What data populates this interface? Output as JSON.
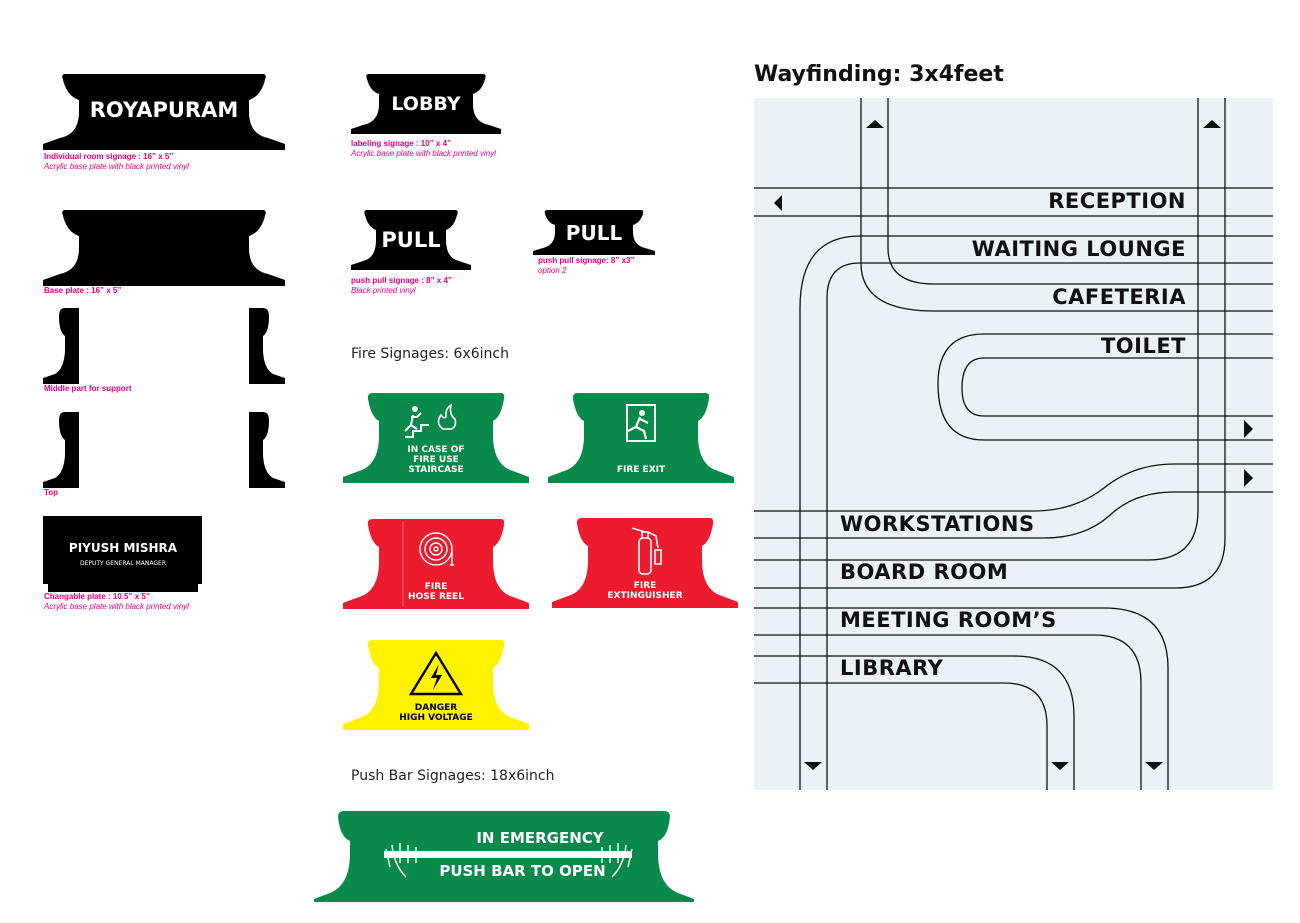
{
  "room_sign": {
    "label": "ROYAPURAM",
    "caption_title": "Individual room signage : 16” x 5”",
    "caption_note": "Acrylic base plate with black printed vinyl"
  },
  "lobby_sign": {
    "label": "LOBBY",
    "caption_title": "labeling signage : 10” x 4”",
    "caption_note": "Acrylic base plate with black printed vinyl"
  },
  "base_plate": {
    "caption_title": "Base plate : 16” x 5”"
  },
  "pull_sign": {
    "label": "PULL",
    "caption_title": "push pull signage : 8” x 4”",
    "caption_note": "Black printed vinyl"
  },
  "pull_sign_alt": {
    "label": "PULL",
    "caption_title": "push pull signage: 8” x3”",
    "caption_note": "option 2"
  },
  "middle_part": {
    "caption_title": "Middle part for support"
  },
  "top_part": {
    "caption_title": "Top"
  },
  "name_plate": {
    "name": "PIYUSH MISHRA",
    "designation": "DEPUTY GENERAL MANAGER",
    "caption_title": "Changable plate : 10.5” x 5”",
    "caption_note": "Acrylic base plate with black printed vinyl"
  },
  "fire_section": {
    "title": "Fire Signages: 6x6inch",
    "signs": [
      {
        "line1": "IN CASE OF",
        "line2": "FIRE USE",
        "line3": "STAIRCASE",
        "color": "#0a8a4a"
      },
      {
        "line1": "FIRE EXIT",
        "color": "#0a8a4a"
      },
      {
        "line1": "FIRE",
        "line2": "HOSE REEL",
        "color": "#ec1c2e"
      },
      {
        "line1": "FIRE",
        "line2": "EXTINGUISHER",
        "color": "#ec1c2e"
      },
      {
        "line1": "DANGER",
        "line2": "HIGH VOLTAGE",
        "color": "#fff200"
      }
    ]
  },
  "pushbar_section": {
    "title": "Push Bar Signages: 18x6inch",
    "line1": "IN EMERGENCY",
    "line2": "PUSH BAR TO OPEN",
    "color": "#0a8a4a"
  },
  "wayfinding": {
    "title": "Wayfinding: 3x4feet",
    "background": "#eaf2f5",
    "destinations": [
      "RECEPTION",
      "WAITING LOUNGE",
      "CAFETERIA",
      "TOILET",
      "WORKSTATIONS",
      "BOARD ROOM",
      "MEETING ROOM’S",
      "LIBRARY"
    ]
  }
}
